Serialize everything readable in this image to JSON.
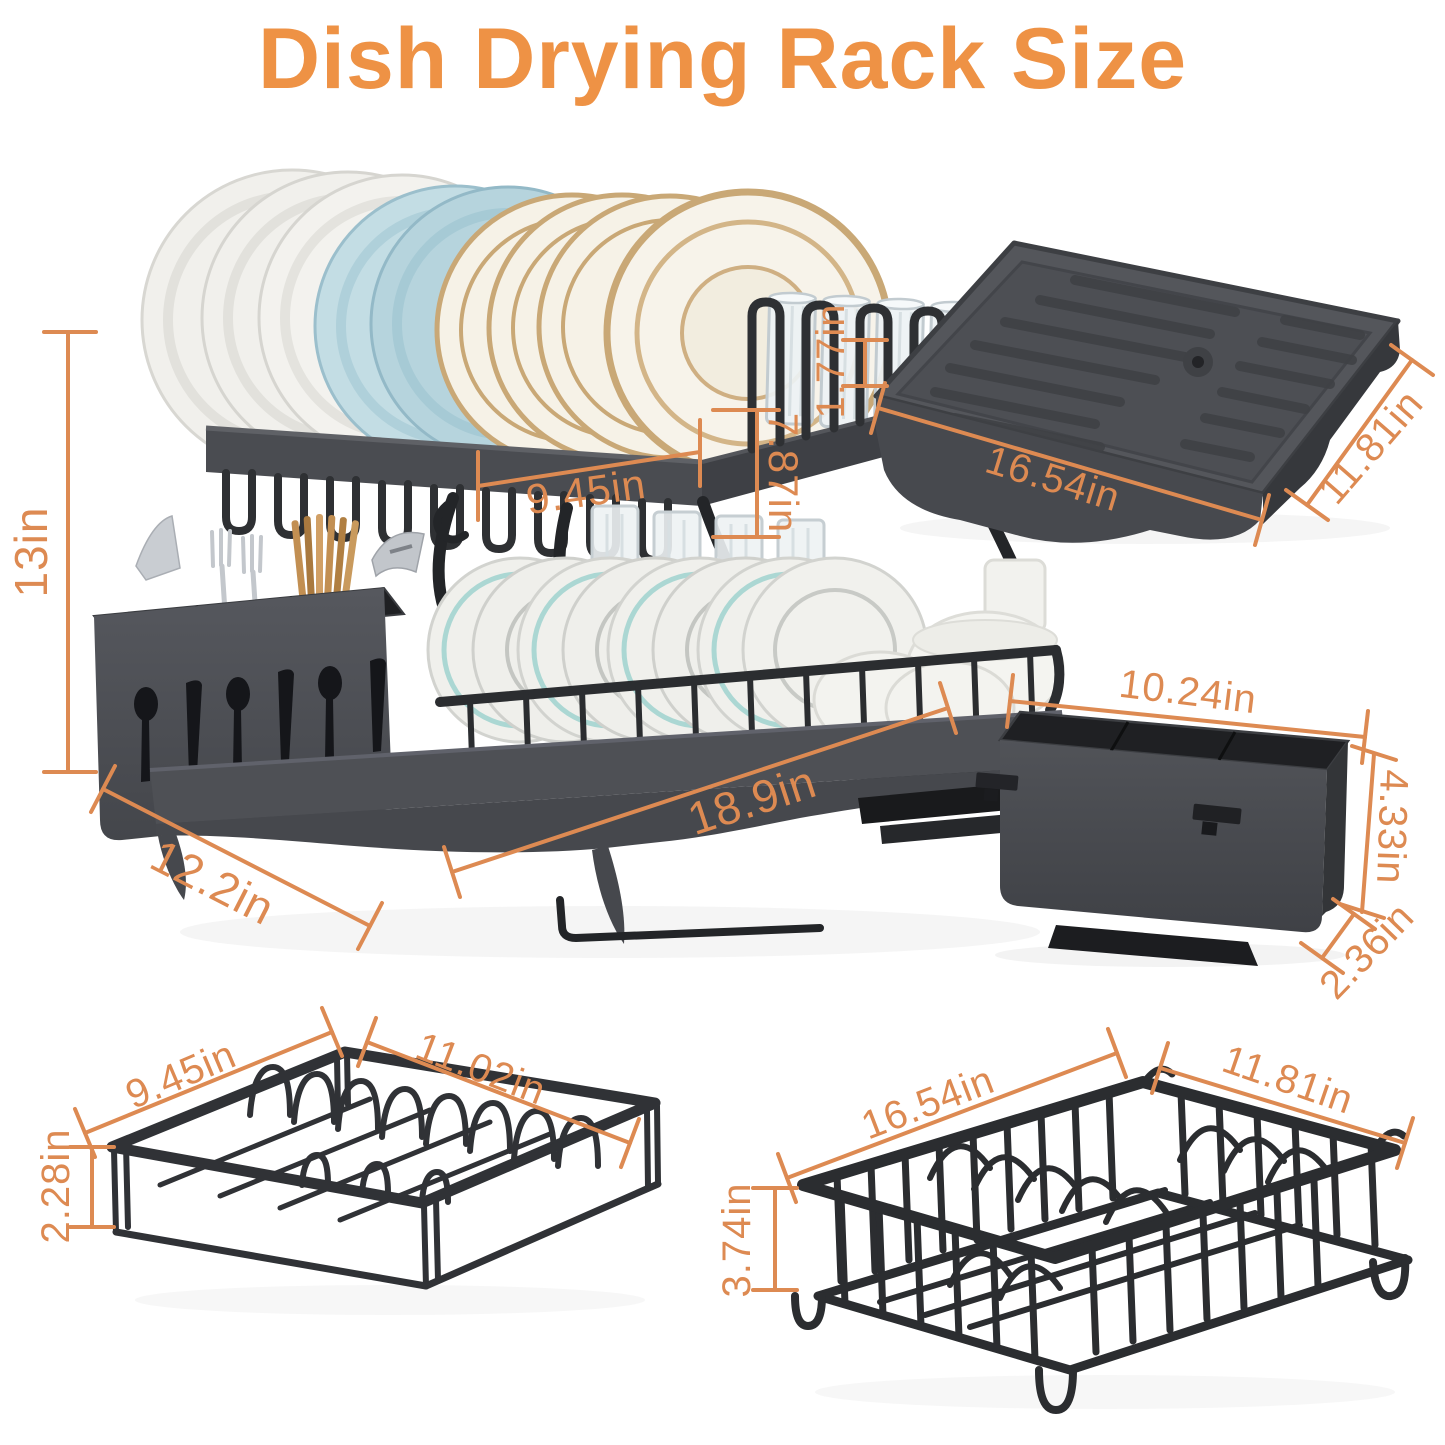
{
  "title": "Dish Drying Rack Size",
  "colors": {
    "accent": "#DD8A52",
    "title": "#EE9245",
    "steel": "#2B2D31",
    "plastic": "#4C4E53"
  },
  "main_rack": {
    "dims": {
      "height": "13in",
      "top_width": "9.45in",
      "top_height": "7.87in",
      "depth": "12.2in",
      "length": "18.9in"
    }
  },
  "drain_tray": {
    "dims": {
      "height": "1.77in",
      "length": "16.54in",
      "width": "11.81in"
    }
  },
  "utensil_holder": {
    "dims": {
      "length": "10.24in",
      "height": "4.33in",
      "width": "2.36in"
    }
  },
  "small_basket": {
    "dims": {
      "width": "9.45in",
      "length": "11.02in",
      "height": "2.28in"
    }
  },
  "large_basket": {
    "dims": {
      "length": "16.54in",
      "width": "11.81in",
      "height": "3.74in"
    }
  }
}
